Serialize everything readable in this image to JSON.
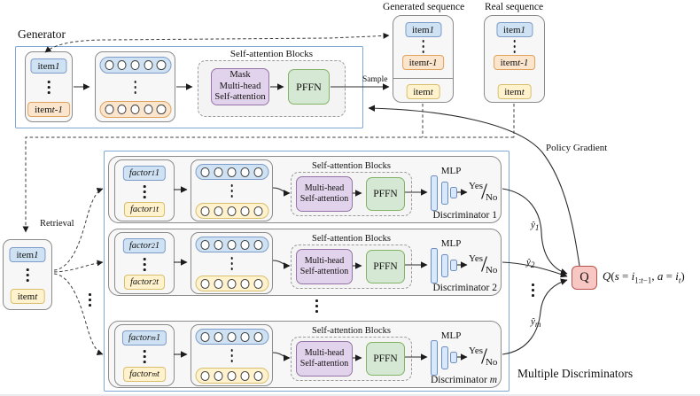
{
  "colors": {
    "outer_box_blue": "#7fa8d4",
    "container_gray": "#f7f7f7",
    "chip_blue_fill": "#cfe2f3",
    "chip_blue_border": "#7e9cc9",
    "chip_orange_fill": "#fbe5cd",
    "chip_orange_border": "#dfa25c",
    "chip_yellow_fill": "#fff2cc",
    "chip_yellow_border": "#d8bf6e",
    "attention_purple_fill": "#e2d3ec",
    "attention_purple_border": "#9673a6",
    "pffn_green_fill": "#d5e8d4",
    "pffn_green_border": "#82b366",
    "mlp_bar_fill": "#dae8fc",
    "mlp_bar_border": "#6c8ebf",
    "q_pink_fill": "#f8c7c4",
    "q_pink_border": "#b85450"
  },
  "generator": {
    "title": "Generator",
    "sample_label": "Sample",
    "items": {
      "top": "item <i>1</i>",
      "bottom": "item <i>t-1</i>"
    },
    "sab": {
      "title": "Self-attention Blocks",
      "attention": "Mask<br>Multi-head<br>Self-attention",
      "pffn": "PFFN"
    }
  },
  "generated_sequence": {
    "title": "Generated sequence",
    "item_top": "item <i>1</i>",
    "item_mid": "item <i>t-1</i>",
    "item_bottom": "item <i>t</i>"
  },
  "real_sequence": {
    "title": "Real sequence",
    "item_top": "item <i>1</i>",
    "item_mid": "item <i>t-1</i>",
    "item_bottom": "item <i>t</i>"
  },
  "retrieval": {
    "label": "Retrieval",
    "item_top": "item <i>1</i>",
    "item_bottom": "item <i>t</i>"
  },
  "discriminators": {
    "group_label": "Multiple Discriminators",
    "slash": "/",
    "rows": [
      {
        "factor_top": "factor<sub>1</sub> 1",
        "factor_bottom": "factor<sub>1</sub> t",
        "sab_title": "Self-attention Blocks",
        "attention": "Multi-head<br>Self-attention",
        "pffn": "PFFN",
        "mlp_label": "MLP",
        "yes": "Yes",
        "no": "No",
        "name": "Discriminator 1",
        "output": "<i>ŷ</i><sub>1</sub>"
      },
      {
        "factor_top": "factor<sub>2</sub> 1",
        "factor_bottom": "factor<sub>2</sub> t",
        "sab_title": "Self-attention Blocks",
        "attention": "Multi-head<br>Self-attention",
        "pffn": "PFFN",
        "mlp_label": "MLP",
        "yes": "Yes",
        "no": "No",
        "name": "Discriminator 2",
        "output": "<i>ŷ</i><sub>2</sub>"
      },
      {
        "factor_top": "factor<sub>m</sub> 1",
        "factor_bottom": "factor<sub>m</sub> t",
        "sab_title": "Self-attention Blocks",
        "attention": "Multi-head<br>Self-attention",
        "pffn": "PFFN",
        "mlp_label": "MLP",
        "yes": "Yes",
        "no": "No",
        "name": "Discriminator <i>m</i>",
        "output": "<i>ŷ</i><sub><i>m</i></sub>"
      }
    ]
  },
  "policy": {
    "label": "Policy Gradient",
    "q_label": "Q",
    "equation": "<i>Q</i>(<i>s</i> = <i>i</i><sub>1:<i>t</i>−1</sub>, <i>a</i> = <i>i</i><sub><i>t</i></sub>)"
  }
}
